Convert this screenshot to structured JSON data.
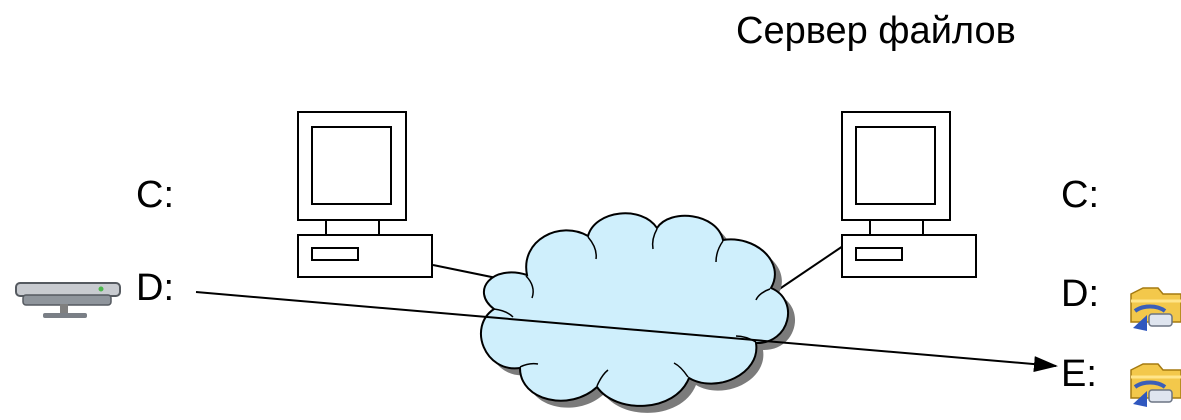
{
  "title": "Сервер файлов",
  "left_drives": {
    "c": "C:",
    "d": "D:"
  },
  "right_drives": {
    "c": "C:",
    "d": "D:",
    "e": "E:"
  },
  "colors": {
    "cloud_fill": "#cfeffc",
    "cloud_shadow": "#7b7b7b",
    "line": "#000000",
    "computer_fill": "#ffffff",
    "folder": "#f3c84b",
    "network_drive": "#b8bcc2"
  },
  "icons": {
    "left_mapped_drive": "network-drive-icon",
    "right_shared_folders": "shared-folder-icon"
  }
}
